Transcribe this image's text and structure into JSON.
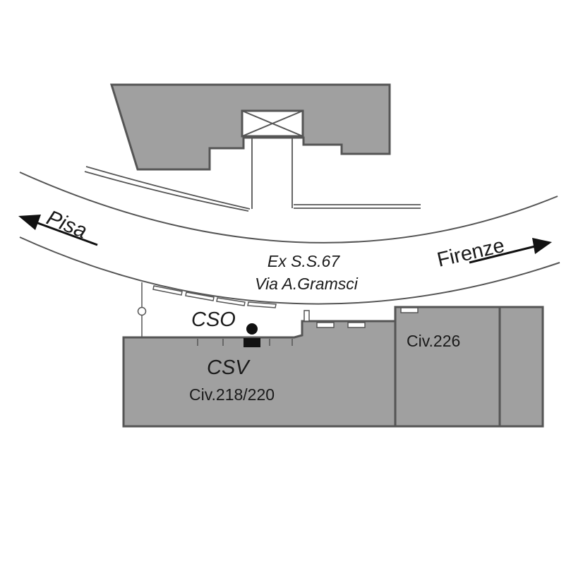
{
  "labels": {
    "pisa": "Pisa",
    "firenze": "Firenze",
    "road_line1": "Ex S.S.67",
    "road_line2": "Via A.Gramsci",
    "cso": "CSO",
    "csv": "CSV",
    "civ_218_220": "Civ.218/220",
    "civ_226": "Civ.226"
  },
  "colors": {
    "building_fill": "#a0a0a0",
    "outline": "#555555",
    "text": "#1a1a1a",
    "background": "#ffffff",
    "marker": "#111111"
  }
}
